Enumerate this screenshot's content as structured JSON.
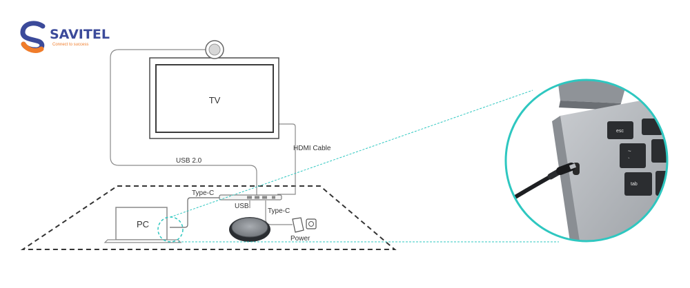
{
  "brand": {
    "name": "SAVITEL",
    "tagline": "Connect to success",
    "colors": {
      "primary": "#3b4a9a",
      "accent": "#f07c2a"
    }
  },
  "diagram": {
    "tv_label": "TV",
    "pc_label": "PC",
    "usb2_label": "USB 2.0",
    "hdmi_label": "HDMI Cable",
    "typec_top_label": "Type-C",
    "usb_label": "USB",
    "typec_bottom_label": "Type-C",
    "power_label": "Power"
  },
  "keyboard": {
    "esc": "esc",
    "tilde": "~",
    "backtick": "`",
    "tab": "tab"
  },
  "colors": {
    "callout": "#2ec7c0",
    "line": "#8a8a8a",
    "dashed_outline": "#333333"
  }
}
